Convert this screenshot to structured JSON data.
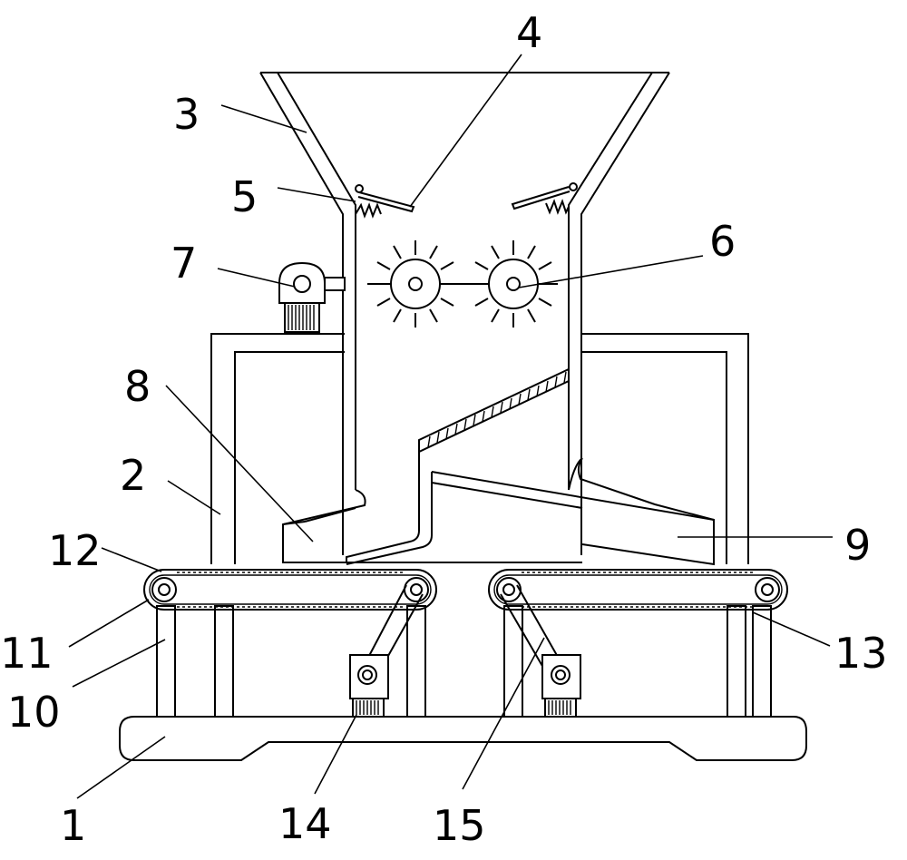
{
  "part_numbers": {
    "p1": "1",
    "p2": "2",
    "p3": "3",
    "p4": "4",
    "p5": "5",
    "p6": "6",
    "p7": "7",
    "p8": "8",
    "p9": "9",
    "p10": "10",
    "p11": "11",
    "p12": "12",
    "p13": "13",
    "p14": "14",
    "p15": "15"
  },
  "colors": {
    "line": "#000000",
    "background": "#ffffff"
  }
}
